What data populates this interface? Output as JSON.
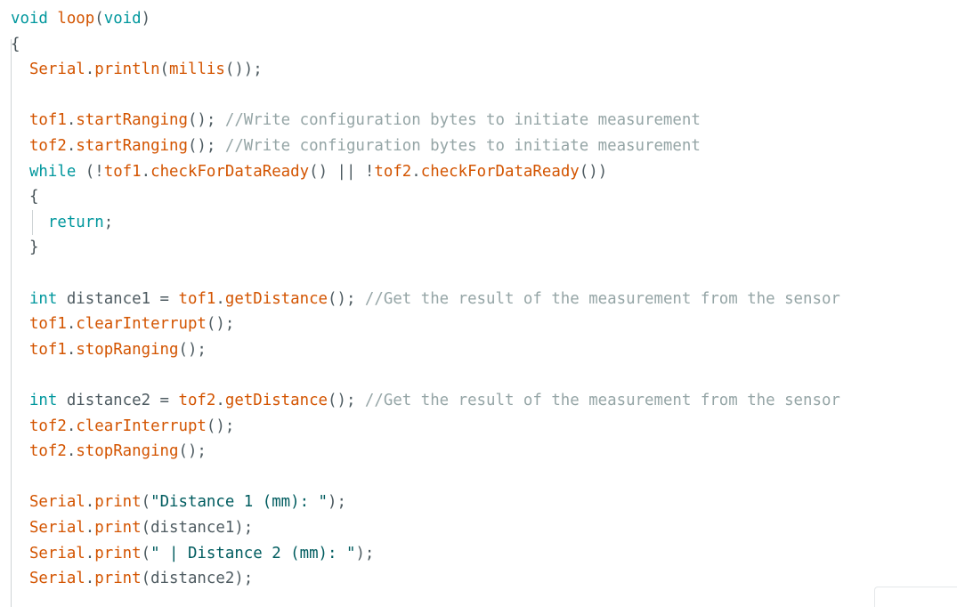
{
  "editor": {
    "lines": [
      [
        {
          "t": "void ",
          "c": "kw"
        },
        {
          "t": "loop",
          "c": "fn"
        },
        {
          "t": "(",
          "c": "pl"
        },
        {
          "t": "void",
          "c": "kw"
        },
        {
          "t": ")",
          "c": "pl"
        }
      ],
      [
        {
          "t": "{",
          "c": "br"
        }
      ],
      [
        {
          "t": "  Serial",
          "c": "fn"
        },
        {
          "t": ".",
          "c": "pl"
        },
        {
          "t": "println",
          "c": "fn"
        },
        {
          "t": "(",
          "c": "pl"
        },
        {
          "t": "millis",
          "c": "fn"
        },
        {
          "t": "());",
          "c": "pl"
        }
      ],
      [],
      [
        {
          "t": "  tof1",
          "c": "fn"
        },
        {
          "t": ".",
          "c": "pl"
        },
        {
          "t": "startRanging",
          "c": "fn"
        },
        {
          "t": "(); ",
          "c": "pl"
        },
        {
          "t": "//Write configuration bytes to initiate measurement",
          "c": "com"
        }
      ],
      [
        {
          "t": "  tof2",
          "c": "fn"
        },
        {
          "t": ".",
          "c": "pl"
        },
        {
          "t": "startRanging",
          "c": "fn"
        },
        {
          "t": "(); ",
          "c": "pl"
        },
        {
          "t": "//Write configuration bytes to initiate measurement",
          "c": "com"
        }
      ],
      [
        {
          "t": "  while",
          "c": "kw"
        },
        {
          "t": " (!",
          "c": "pl"
        },
        {
          "t": "tof1",
          "c": "fn"
        },
        {
          "t": ".",
          "c": "pl"
        },
        {
          "t": "checkForDataReady",
          "c": "fn"
        },
        {
          "t": "() || !",
          "c": "pl"
        },
        {
          "t": "tof2",
          "c": "fn"
        },
        {
          "t": ".",
          "c": "pl"
        },
        {
          "t": "checkForDataReady",
          "c": "fn"
        },
        {
          "t": "())",
          "c": "pl"
        }
      ],
      [
        {
          "t": "  {",
          "c": "br"
        }
      ],
      [
        {
          "t": "    return",
          "c": "kw"
        },
        {
          "t": ";",
          "c": "pl"
        }
      ],
      [
        {
          "t": "  }",
          "c": "br"
        }
      ],
      [],
      [
        {
          "t": "  int",
          "c": "kw"
        },
        {
          "t": " distance1 = ",
          "c": "pl"
        },
        {
          "t": "tof1",
          "c": "fn"
        },
        {
          "t": ".",
          "c": "pl"
        },
        {
          "t": "getDistance",
          "c": "fn"
        },
        {
          "t": "(); ",
          "c": "pl"
        },
        {
          "t": "//Get the result of the measurement from the sensor",
          "c": "com"
        }
      ],
      [
        {
          "t": "  tof1",
          "c": "fn"
        },
        {
          "t": ".",
          "c": "pl"
        },
        {
          "t": "clearInterrupt",
          "c": "fn"
        },
        {
          "t": "();",
          "c": "pl"
        }
      ],
      [
        {
          "t": "  tof1",
          "c": "fn"
        },
        {
          "t": ".",
          "c": "pl"
        },
        {
          "t": "stopRanging",
          "c": "fn"
        },
        {
          "t": "();",
          "c": "pl"
        }
      ],
      [],
      [
        {
          "t": "  int",
          "c": "kw"
        },
        {
          "t": " distance2 = ",
          "c": "pl"
        },
        {
          "t": "tof2",
          "c": "fn"
        },
        {
          "t": ".",
          "c": "pl"
        },
        {
          "t": "getDistance",
          "c": "fn"
        },
        {
          "t": "(); ",
          "c": "pl"
        },
        {
          "t": "//Get the result of the measurement from the sensor",
          "c": "com"
        }
      ],
      [
        {
          "t": "  tof2",
          "c": "fn"
        },
        {
          "t": ".",
          "c": "pl"
        },
        {
          "t": "clearInterrupt",
          "c": "fn"
        },
        {
          "t": "();",
          "c": "pl"
        }
      ],
      [
        {
          "t": "  tof2",
          "c": "fn"
        },
        {
          "t": ".",
          "c": "pl"
        },
        {
          "t": "stopRanging",
          "c": "fn"
        },
        {
          "t": "();",
          "c": "pl"
        }
      ],
      [],
      [
        {
          "t": "  Serial",
          "c": "fn"
        },
        {
          "t": ".",
          "c": "pl"
        },
        {
          "t": "print",
          "c": "fn"
        },
        {
          "t": "(",
          "c": "pl"
        },
        {
          "t": "\"Distance 1 (mm): \"",
          "c": "str"
        },
        {
          "t": ");",
          "c": "pl"
        }
      ],
      [
        {
          "t": "  Serial",
          "c": "fn"
        },
        {
          "t": ".",
          "c": "pl"
        },
        {
          "t": "print",
          "c": "fn"
        },
        {
          "t": "(distance1);",
          "c": "pl"
        }
      ],
      [
        {
          "t": "  Serial",
          "c": "fn"
        },
        {
          "t": ".",
          "c": "pl"
        },
        {
          "t": "print",
          "c": "fn"
        },
        {
          "t": "(",
          "c": "pl"
        },
        {
          "t": "\" | Distance 2 (mm): \"",
          "c": "str"
        },
        {
          "t": ");",
          "c": "pl"
        }
      ],
      [
        {
          "t": "  Serial",
          "c": "fn"
        },
        {
          "t": ".",
          "c": "pl"
        },
        {
          "t": "print",
          "c": "fn"
        },
        {
          "t": "(distance2);",
          "c": "pl"
        }
      ]
    ]
  },
  "colors": {
    "keyword": "#00979d",
    "function": "#d35400",
    "comment": "#95a5a6",
    "string": "#005c5f",
    "plain": "#4e5b61",
    "background": "#ffffff"
  }
}
